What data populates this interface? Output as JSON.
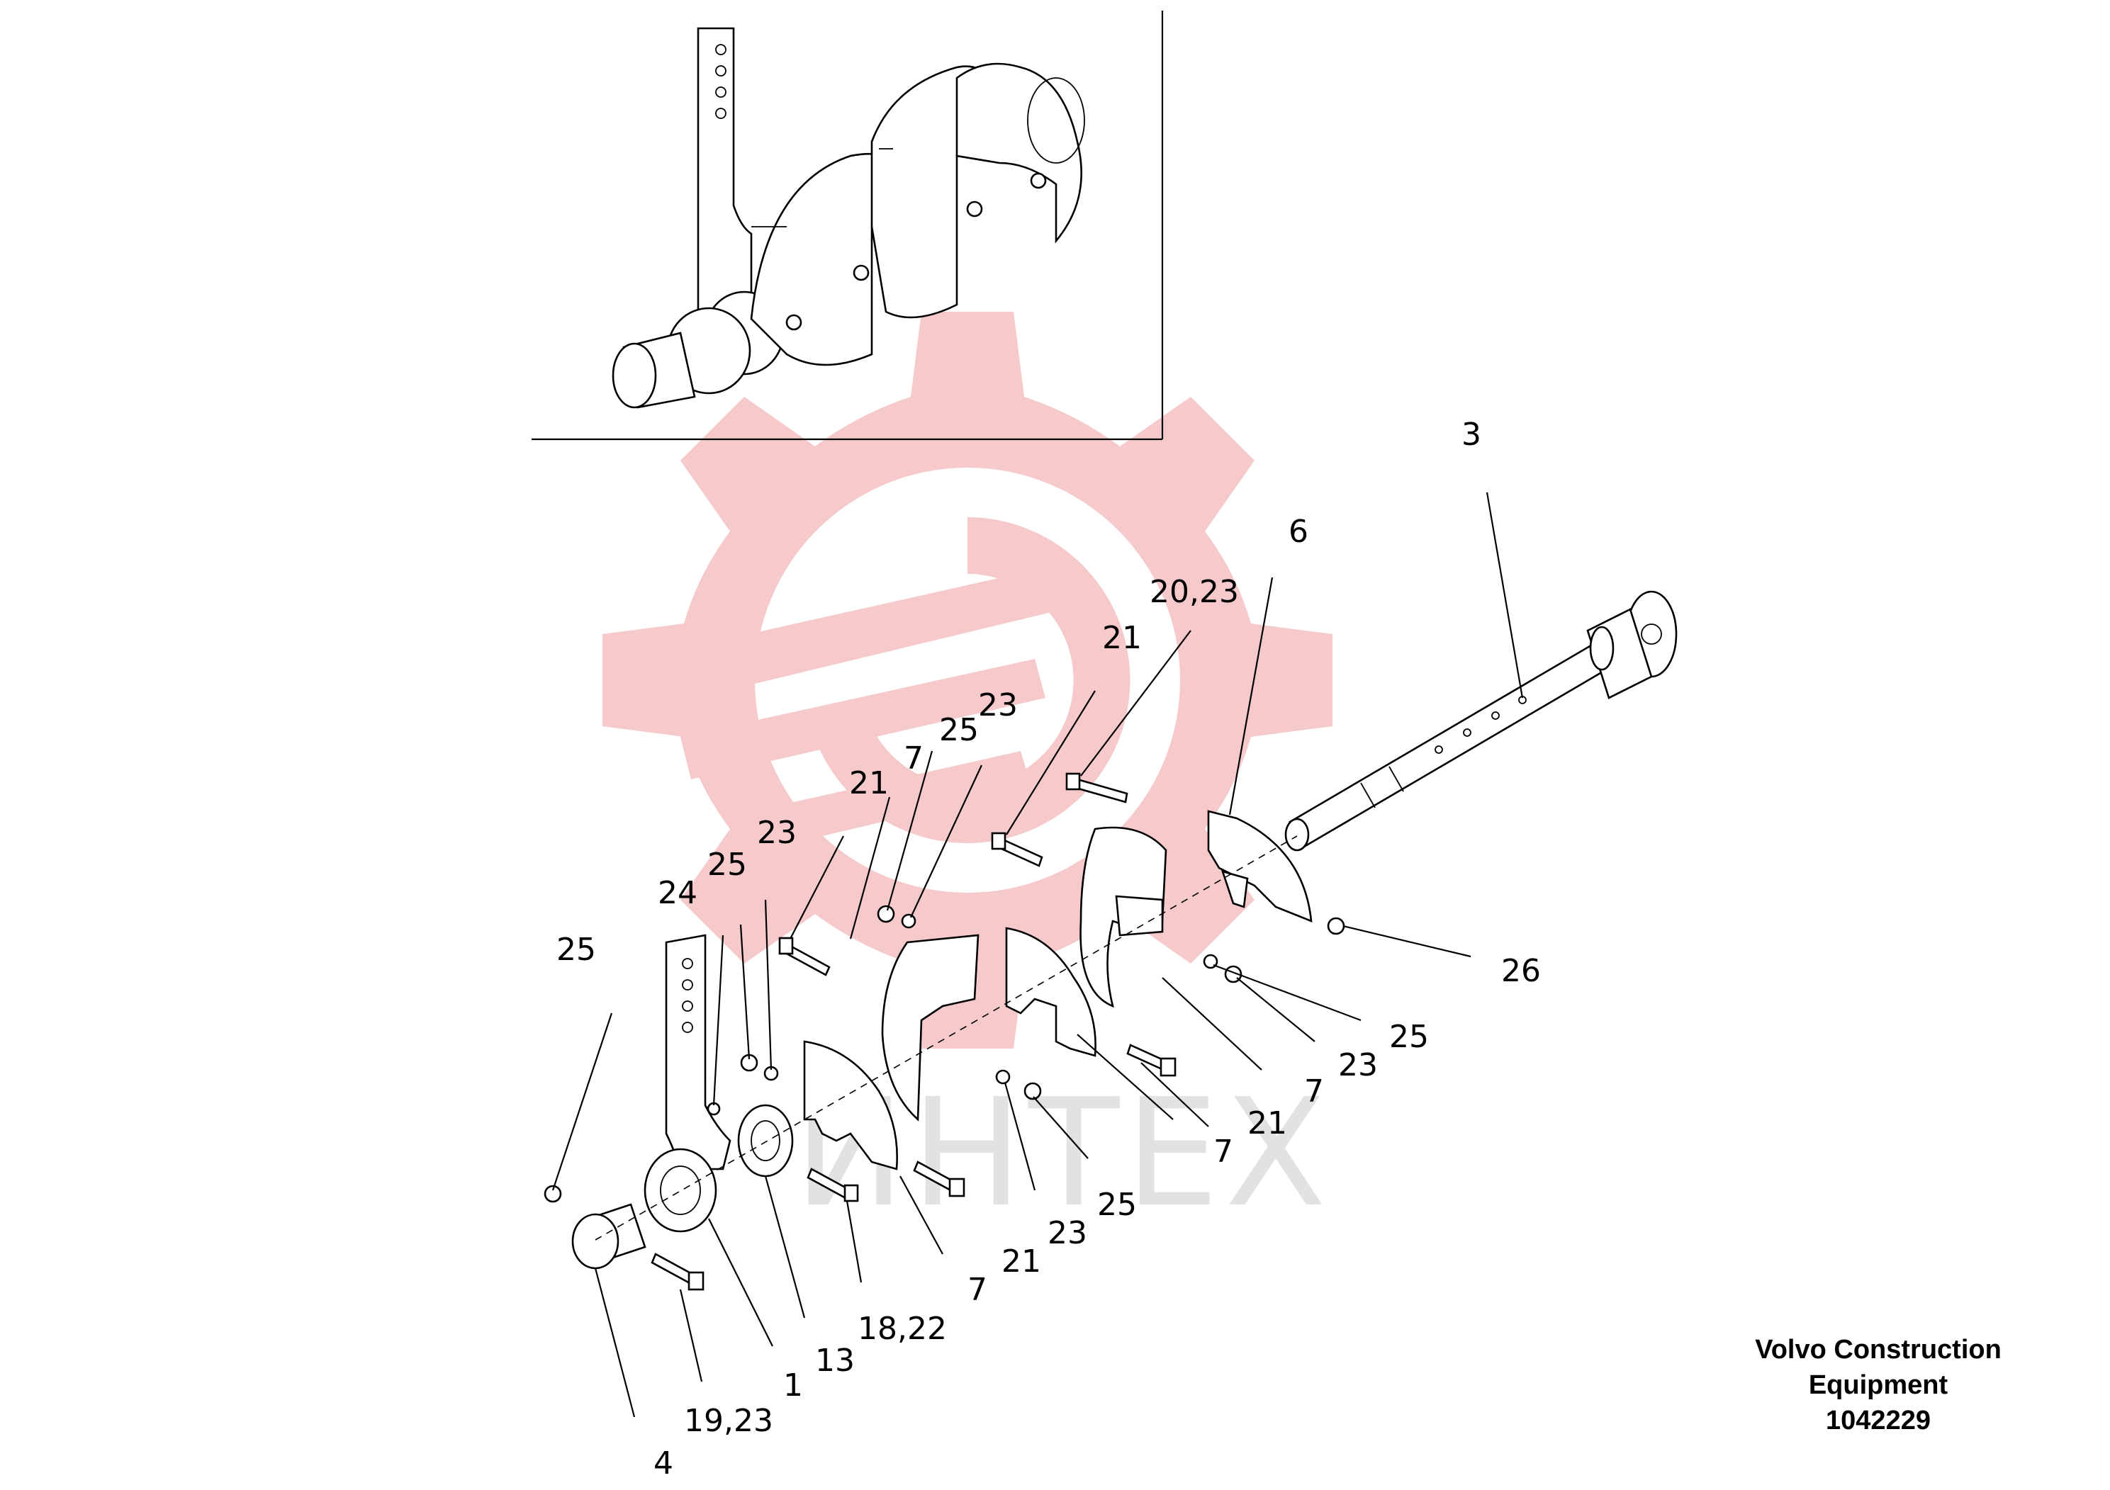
{
  "caption": {
    "line1": "Volvo Construction",
    "line2": "Equipment",
    "number": "1042229"
  },
  "watermark": {
    "text": "ИНТЕХ"
  },
  "callouts": {
    "c3": "3",
    "c6": "6",
    "c20_23": "20,23",
    "c21_a": "21",
    "c7_a": "7",
    "c25_a": "25",
    "c23_a": "23",
    "c21_b": "21",
    "c25_b": "25",
    "c23_b": "23",
    "c24": "24",
    "c25_c": "25",
    "c26": "26",
    "c25_d": "25",
    "c23_c": "23",
    "c7_b": "7",
    "c21_c": "21",
    "c7_c": "7",
    "c25_e": "25",
    "c23_d": "23",
    "c21_d": "21",
    "c7_d": "7",
    "c18_22": "18,22",
    "c13": "13",
    "c1": "1",
    "c19_23": "19,23",
    "c4": "4"
  },
  "colors": {
    "watermark_red": "#f6c9cb",
    "watermark_gray": "#e2e2e2",
    "line": "#000000"
  }
}
